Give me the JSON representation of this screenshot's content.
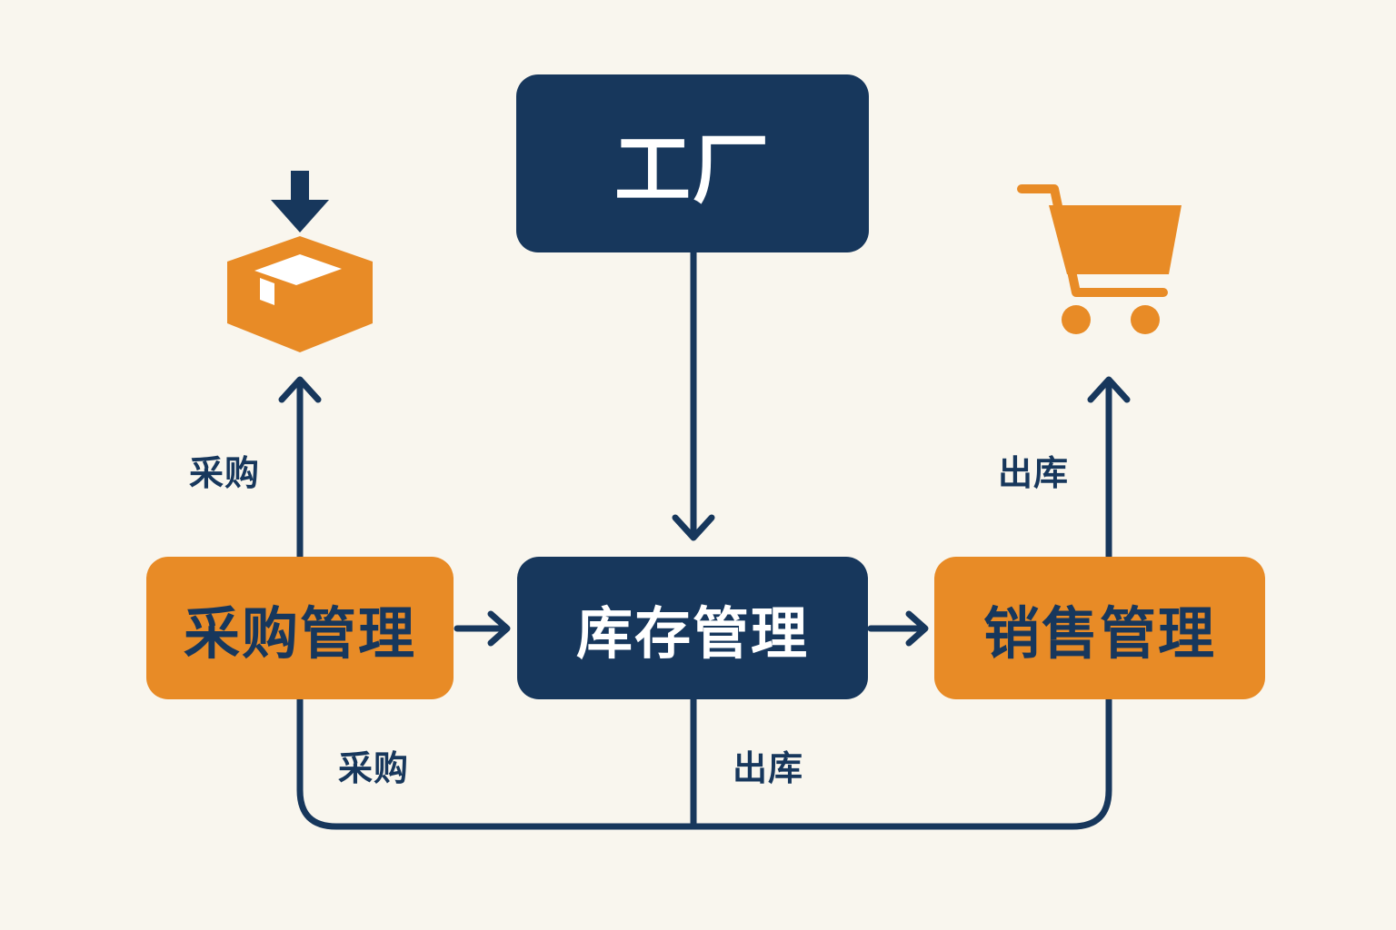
{
  "colors": {
    "navy": "#17375c",
    "orange": "#e88b26",
    "background": "#f9f6ee"
  },
  "nodes": {
    "factory": "工厂",
    "inventory": "库存管理",
    "purchase": "采购管理",
    "sales": "销售管理"
  },
  "labels": {
    "purchase_up": "采购",
    "outbound_up": "出库",
    "purchase_bottom": "采购",
    "outbound_bottom": "出库"
  },
  "icons": {
    "purchase_icon": "package-box-icon",
    "sales_icon": "shopping-cart-icon"
  }
}
